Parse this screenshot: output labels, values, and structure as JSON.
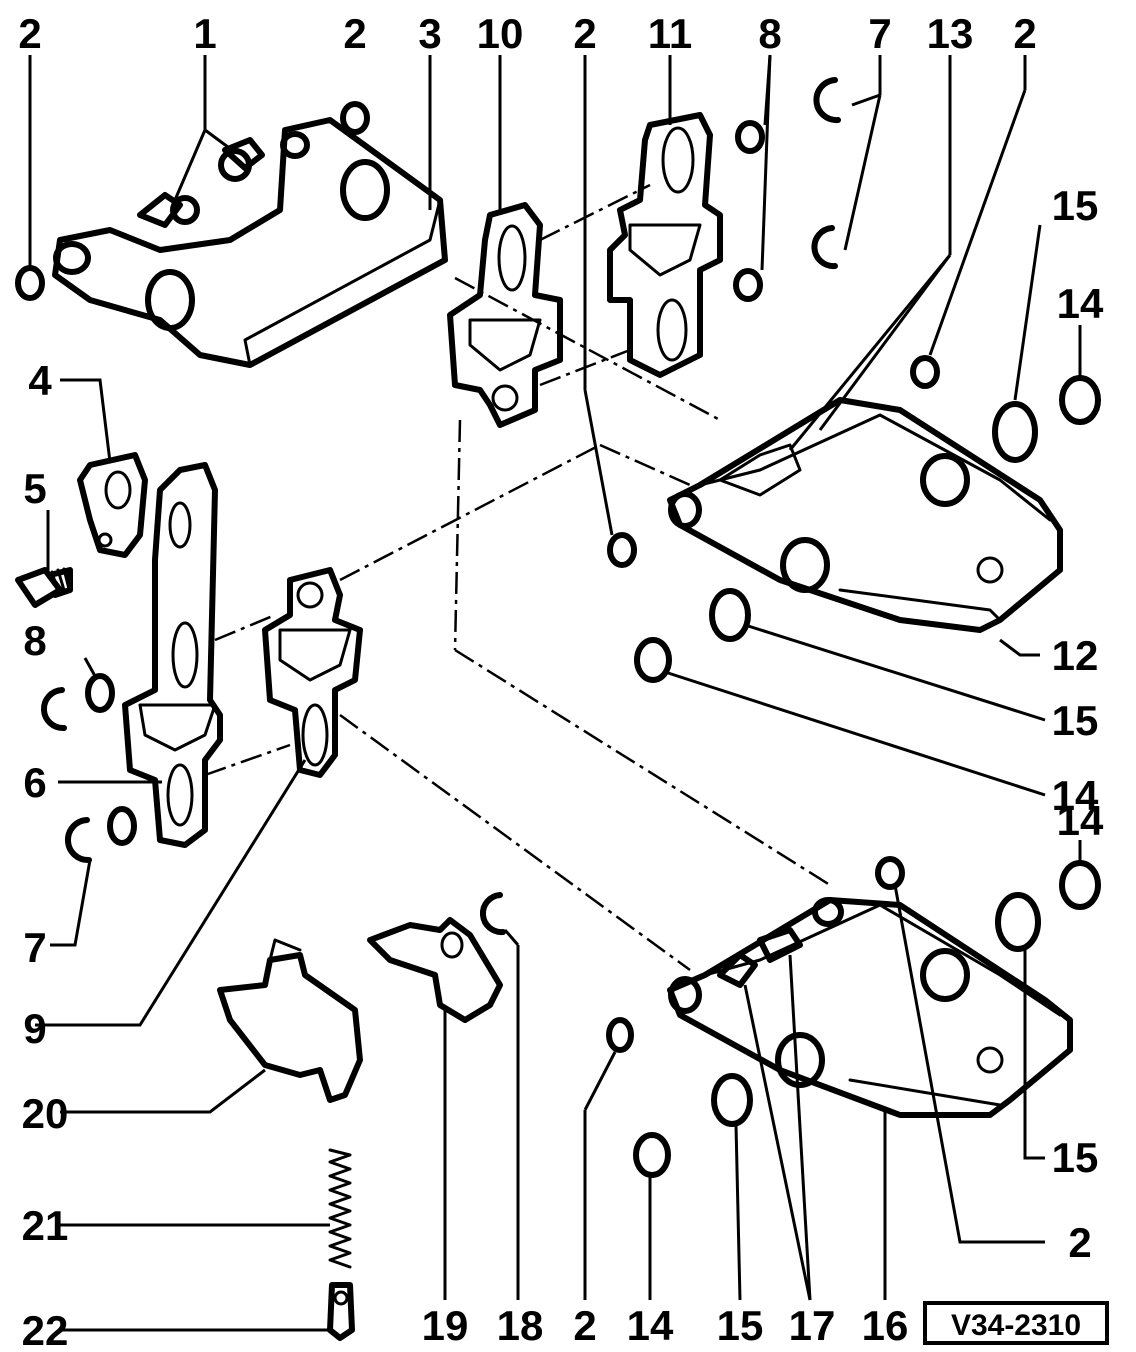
{
  "diagram": {
    "labels": {
      "l2_a": "2",
      "l1": "1",
      "l2_b": "2",
      "l3": "3",
      "l10": "10",
      "l2_c": "2",
      "l11": "11",
      "l8_a": "8",
      "l7_a": "7",
      "l13": "13",
      "l2_d": "2",
      "l15_a": "15",
      "l14_a": "14",
      "l4": "4",
      "l5": "5",
      "l8_b": "8",
      "l6": "6",
      "l7_b": "7",
      "l9": "9",
      "l12": "12",
      "l15_b": "15",
      "l14_b": "14",
      "l14_c": "14",
      "l15_c": "15",
      "l2_e": "2",
      "l20": "20",
      "l21": "21",
      "l22": "22",
      "l19": "19",
      "l18": "18",
      "l2_f": "2",
      "l14_d": "14",
      "l15_d": "15",
      "l17": "17",
      "l16": "16"
    },
    "figure_code": "V34-2310"
  }
}
